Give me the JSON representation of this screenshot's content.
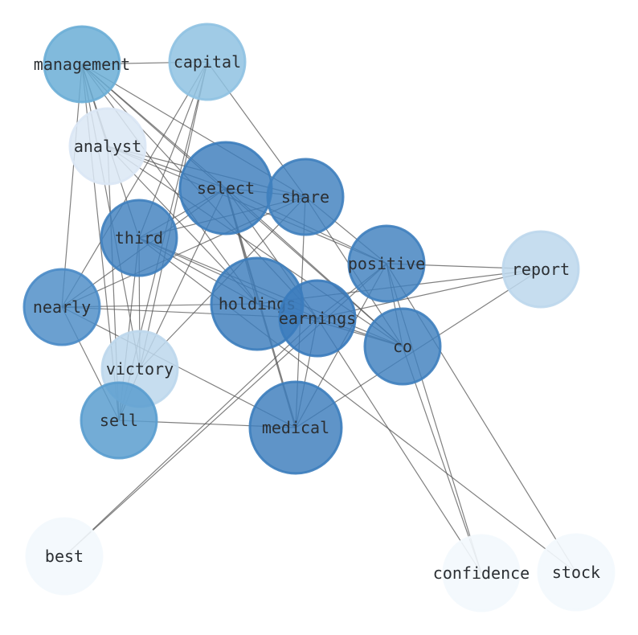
{
  "graph": {
    "nodes": [
      {
        "id": "management",
        "label": "management",
        "color": "#6baed6",
        "opacity": 0.85
      },
      {
        "id": "capital",
        "label": "capital",
        "color": "#8fc2e2",
        "opacity": 0.85
      },
      {
        "id": "analyst",
        "label": "analyst",
        "color": "#dae7f5",
        "opacity": 0.85
      },
      {
        "id": "select",
        "label": "select",
        "color": "#3c7dbc",
        "opacity": 0.82
      },
      {
        "id": "share",
        "label": "share",
        "color": "#3f80be",
        "opacity": 0.82
      },
      {
        "id": "third",
        "label": "third",
        "color": "#3f80be",
        "opacity": 0.82
      },
      {
        "id": "positive",
        "label": "positive",
        "color": "#3f80be",
        "opacity": 0.82
      },
      {
        "id": "report",
        "label": "report",
        "color": "#bcd7ec",
        "opacity": 0.85
      },
      {
        "id": "nearly",
        "label": "nearly",
        "color": "#4a8bc6",
        "opacity": 0.82
      },
      {
        "id": "holdings",
        "label": "holdings",
        "color": "#3c7dbc",
        "opacity": 0.82
      },
      {
        "id": "earnings",
        "label": "earnings",
        "color": "#3a7bbd",
        "opacity": 0.82
      },
      {
        "id": "co",
        "label": "co",
        "color": "#3f80be",
        "opacity": 0.82
      },
      {
        "id": "victory",
        "label": "victory",
        "color": "#bcd7ec",
        "opacity": 0.85
      },
      {
        "id": "sell",
        "label": "sell",
        "color": "#5a9dcf",
        "opacity": 0.85
      },
      {
        "id": "medical",
        "label": "medical",
        "color": "#3c7dbc",
        "opacity": 0.82
      },
      {
        "id": "best",
        "label": "best",
        "color": "#f3f8fd",
        "opacity": 0.9
      },
      {
        "id": "confidence",
        "label": "confidence",
        "color": "#f3f8fd",
        "opacity": 0.9
      },
      {
        "id": "stock",
        "label": "stock",
        "color": "#f3f8fd",
        "opacity": 0.9
      }
    ],
    "edges": [
      [
        "management",
        "capital"
      ],
      [
        "management",
        "analyst"
      ],
      [
        "management",
        "select"
      ],
      [
        "management",
        "share"
      ],
      [
        "management",
        "third"
      ],
      [
        "management",
        "nearly"
      ],
      [
        "management",
        "holdings"
      ],
      [
        "management",
        "earnings"
      ],
      [
        "management",
        "co"
      ],
      [
        "management",
        "victory"
      ],
      [
        "management",
        "sell"
      ],
      [
        "capital",
        "share"
      ],
      [
        "capital",
        "third"
      ],
      [
        "capital",
        "nearly"
      ],
      [
        "capital",
        "victory"
      ],
      [
        "capital",
        "sell"
      ],
      [
        "analyst",
        "select"
      ],
      [
        "analyst",
        "share"
      ],
      [
        "analyst",
        "holdings"
      ],
      [
        "analyst",
        "co"
      ],
      [
        "analyst",
        "positive"
      ],
      [
        "analyst",
        "sell"
      ],
      [
        "select",
        "share"
      ],
      [
        "select",
        "third"
      ],
      [
        "select",
        "nearly"
      ],
      [
        "select",
        "holdings"
      ],
      [
        "select",
        "medical"
      ],
      [
        "select",
        "co"
      ],
      [
        "select",
        "earnings"
      ],
      [
        "select",
        "victory"
      ],
      [
        "select",
        "positive"
      ],
      [
        "share",
        "third"
      ],
      [
        "share",
        "nearly"
      ],
      [
        "share",
        "positive"
      ],
      [
        "share",
        "co"
      ],
      [
        "share",
        "medical"
      ],
      [
        "share",
        "victory"
      ],
      [
        "third",
        "holdings"
      ],
      [
        "third",
        "earnings"
      ],
      [
        "third",
        "victory"
      ],
      [
        "third",
        "sell"
      ],
      [
        "third",
        "co"
      ],
      [
        "positive",
        "report"
      ],
      [
        "positive",
        "earnings"
      ],
      [
        "positive",
        "co"
      ],
      [
        "positive",
        "medical"
      ],
      [
        "positive",
        "best"
      ],
      [
        "positive",
        "stock"
      ],
      [
        "positive",
        "confidence"
      ],
      [
        "report",
        "holdings"
      ],
      [
        "report",
        "earnings"
      ],
      [
        "report",
        "medical"
      ],
      [
        "nearly",
        "holdings"
      ],
      [
        "nearly",
        "sell"
      ],
      [
        "nearly",
        "medical"
      ],
      [
        "nearly",
        "earnings"
      ],
      [
        "holdings",
        "earnings"
      ],
      [
        "holdings",
        "co"
      ],
      [
        "earnings",
        "co"
      ],
      [
        "earnings",
        "medical"
      ],
      [
        "earnings",
        "best"
      ],
      [
        "earnings",
        "confidence"
      ],
      [
        "co",
        "confidence"
      ],
      [
        "sell",
        "medical"
      ],
      [
        "sell",
        "victory"
      ],
      [
        "stock",
        "third"
      ]
    ]
  }
}
